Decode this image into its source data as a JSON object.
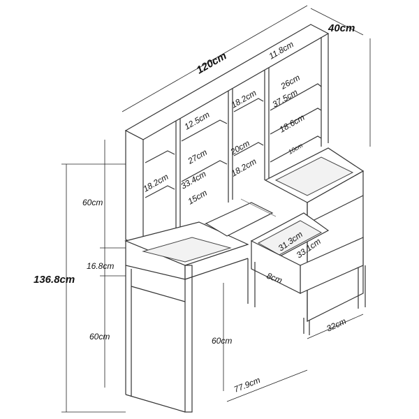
{
  "title": "Desk with hutch and drawers - dimensions",
  "dimensions": {
    "depth": "40cm",
    "width": "120cm",
    "top_shelf_gap": "11.8cm",
    "right_upper_height": "26cm",
    "right_shelf_width": "37.5cm",
    "right_mid_height": "18.6cm",
    "right_low_height": "10cm",
    "center_upper_height": "18.2cm",
    "center_shelf_width": "20cm",
    "center_lower_height": "18.2cm",
    "mid_top_height": "12.5cm",
    "mid_middle_height": "27cm",
    "mid_shelf_width": "33.4cm",
    "mid_bottom_height": "15cm",
    "left_shelf_height": "18.2cm",
    "hutch_height": "60cm",
    "desk_apron_height": "16.8cm",
    "total_height": "136.8cm",
    "leg_height": "60cm",
    "knee_height": "60cm",
    "knee_width": "77.9cm",
    "cabinet_depth": "32cm",
    "drawer_inner_width": "31.3cm",
    "drawer_inner_length": "33.1cm",
    "drawer_height": "8cm"
  }
}
